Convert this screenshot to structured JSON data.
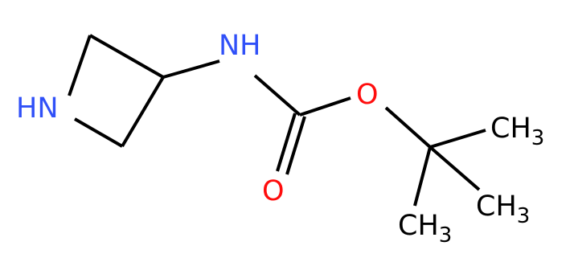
{
  "colors": {
    "bond": "#000000",
    "nitrogen": "#3050F8",
    "oxygen": "#FF0D0D",
    "carbon": "#000000"
  },
  "atoms": {
    "ring_nh": {
      "text": "HN",
      "element": "N"
    },
    "amide_nh": {
      "text": "NH",
      "element": "N"
    },
    "ester_o": {
      "text": "O",
      "element": "O"
    },
    "carbonyl_o": {
      "text": "O",
      "element": "O"
    },
    "ch3_right": {
      "main": "CH",
      "sub": "3",
      "element": "C"
    },
    "ch3_lower_right": {
      "main": "CH",
      "sub": "3",
      "element": "C"
    },
    "ch3_bottom": {
      "main": "CH",
      "sub": "3",
      "element": "C"
    }
  }
}
